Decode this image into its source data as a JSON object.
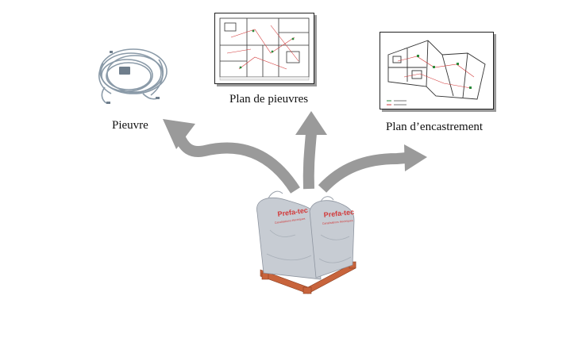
{
  "labels": {
    "pieuvre": "Pieuvre",
    "plan_pieuvres": "Plan de pieuvres",
    "plan_encastrement": "Plan d’encastrement"
  },
  "bag": {
    "brand": "Prefa-tec",
    "sub": "Canalisations électriques"
  },
  "colors": {
    "arrow": "#9a9a9a",
    "cable": "#8a9aa8",
    "plan_red": "#d23a3a",
    "plan_green": "#2a8a3a",
    "pallet": "#c8643c",
    "bag": "#c7ccd3"
  }
}
